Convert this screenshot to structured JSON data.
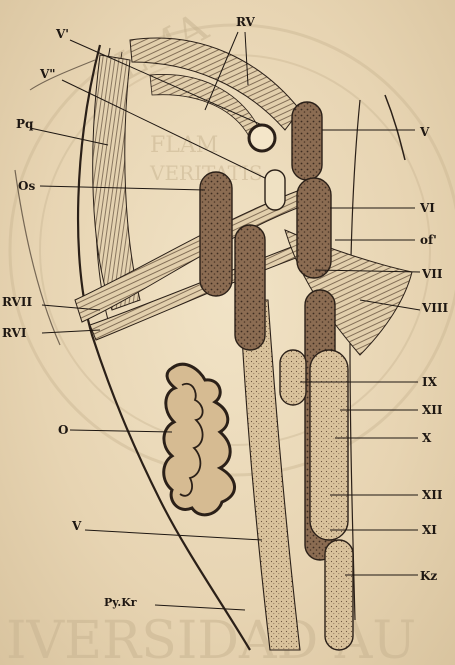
{
  "colors": {
    "paper": "#ead9ba",
    "ink": "#1e1712",
    "nucleus": "#8a6a50",
    "watermark": "#c9b592"
  },
  "watermark": {
    "top": "ALMA",
    "seal_top": "FLAM",
    "seal_bottom": "VERITATIS",
    "bottom": "IVERSIDAD AU"
  },
  "labels": {
    "rv": "RV",
    "v_prime": "V'",
    "v_double_prime": "V\"",
    "pq": "Pq",
    "os": "Os",
    "rvii": "RVII",
    "rvi": "RVI",
    "o": "O",
    "v_lower": "V",
    "py_kr": "Py.Kr",
    "v_right": "V",
    "vi": "VI",
    "of": "of'",
    "vii": "VII",
    "viii": "VIII",
    "ix": "IX",
    "xii_a": "XII",
    "x": "X",
    "xii_b": "XII",
    "xi": "XI",
    "kz": "Kz"
  }
}
